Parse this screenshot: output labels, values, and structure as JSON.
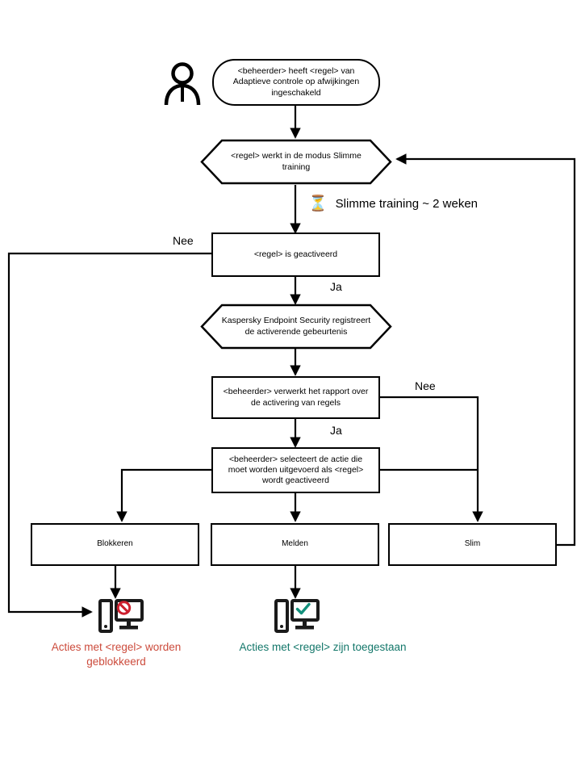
{
  "diagram": {
    "title": "Adaptieve controle op afwijkingen - Slimme training werkstroom",
    "language": "nl",
    "colors": {
      "stroke": "#000000",
      "background": "#ffffff",
      "blocked_text": "#cc4b3c",
      "allowed_text": "#13776a",
      "block_badge": "#cc1f2e",
      "allow_badge": "#13907c"
    }
  },
  "actor": {
    "icon": "person-icon",
    "label": ""
  },
  "nodes": {
    "start": {
      "label": "<beheerder> heeft <regel> van\nAdaptieve controle op afwijkingen\ningeschakeld",
      "shape": "rounded"
    },
    "smart_training": {
      "label": "<regel> werkt in de modus Slimme\ntraining",
      "shape": "hexagon"
    },
    "rule_triggered": {
      "label": "<regel> is geactiveerd",
      "shape": "rect"
    },
    "registers_event": {
      "label": "Kaspersky Endpoint Security registreert\nde activerende gebeurtenis",
      "shape": "hexagon"
    },
    "process_report": {
      "label": "<beheerder> verwerkt het rapport over\nde activering van regels",
      "shape": "rect"
    },
    "select_action": {
      "label": "<beheerder> selecteert de actie die\nmoet  worden uitgevoerd als <regel>\nwordt geactiveerd",
      "shape": "rect"
    },
    "block": {
      "label": "Blokkeren",
      "shape": "rect"
    },
    "notify": {
      "label": "Melden",
      "shape": "rect"
    },
    "smart": {
      "label": "Slim",
      "shape": "rect"
    }
  },
  "annotation": {
    "icon": "hourglass-icon",
    "text": "Slimme training ~ 2 weken"
  },
  "edge_labels": {
    "no_left": "Nee",
    "yes_trigger": "Ja",
    "no_right": "Nee",
    "yes_report": "Ja"
  },
  "outcomes": {
    "blocked": {
      "icon": "monitor-blocked-icon",
      "caption": "Acties met <regel> worden\ngeblokkeerd"
    },
    "allowed": {
      "icon": "monitor-allowed-icon",
      "caption": "Acties met <regel> zijn toegestaan"
    }
  }
}
